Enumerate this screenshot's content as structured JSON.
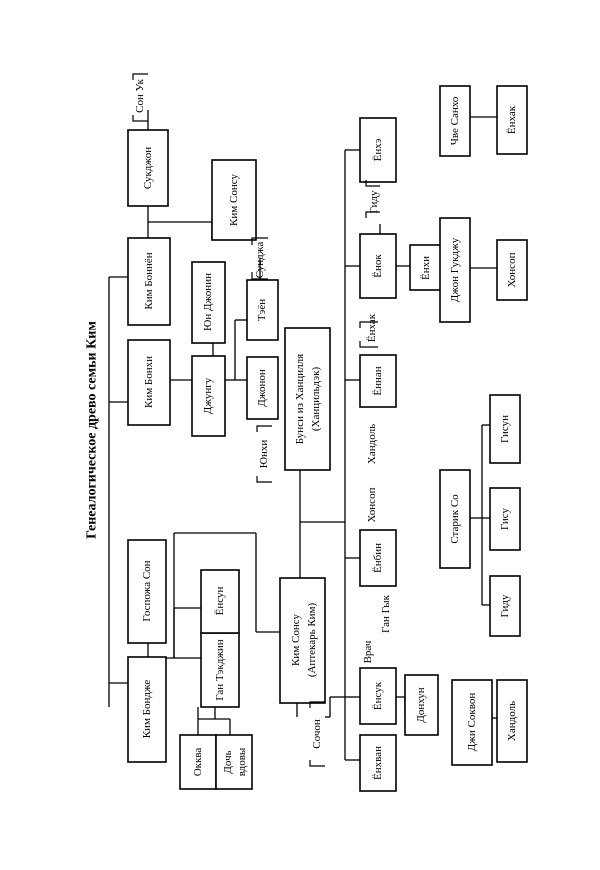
{
  "title": "Генеалогическое древо семьи Ким",
  "people": {
    "kim_bondzhe": "Ким Бондже",
    "gospozha_son": "Госпожа Сон",
    "gan_tekdzhin": "Ган Тэкджин",
    "ensun": "Ёнсун",
    "okkva": "Окква",
    "doch_vdovy_1": "Дочь",
    "doch_vdovy_2": "вдовы",
    "kim_sonsu_apt_1": "Ким Сонсу",
    "kim_sonsu_apt_2": "(Аптекарь Ким)",
    "sochon": "Сочон",
    "kim_bonkhi": "Ким Бонхи",
    "kim_bonnyon": "Ким Боннён",
    "sukdzhon": "Сукджон",
    "son_uk": "Сон Ук",
    "kim_sonsu": "Ким Сонсу",
    "dzhungu": "Джунгу",
    "yun_dzhonin": "Юн Джонин",
    "teyon": "Тэён",
    "sundzha": "Сунджа",
    "dzhonon": "Джонон",
    "yunkhi": "Юнхи",
    "bunsi_1": "Бунси из Ханцилля",
    "bunsi_2": "(Ханцильдэк)",
    "enkhvan": "Ёнхван",
    "ensuk": "Ёнсук",
    "vrach": "Врач",
    "gan_gyk": "Ган Гык",
    "donkhun": "Донхун",
    "enbin": "Ёнбин",
    "khonsop": "Хонсоп",
    "khandol": "Хандоль",
    "ennan": "Ённан",
    "enkhak": "Ёнхак",
    "enok": "Ёнок",
    "gidu": "Гиду",
    "enkhi": "Ёнхи",
    "enkhe": "Ёнхэ"
  },
  "groups": {
    "cho_sankho": "Чве Санхо",
    "cho_enkhak": "Ёнхак",
    "dzhon_gukdzhu": "Джон Гукджу",
    "dzhon_khonsop": "Хонсоп",
    "starik_so": "Старик Со",
    "so_gidu": "Гиду",
    "so_gisu": "Гису",
    "so_gisun": "Гисун",
    "dzhi_sokvon": "Джи Соквон",
    "dzhi_khandol": "Хандоль"
  }
}
